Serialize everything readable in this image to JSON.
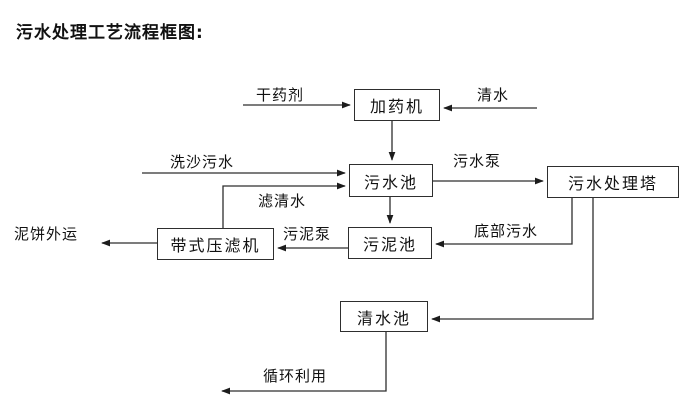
{
  "title": "污水处理工艺流程框图:",
  "diagram": {
    "type": "flowchart",
    "colors": {
      "background": "#ffffff",
      "line": "#2e2e2e",
      "text": "#111111"
    },
    "nodes": {
      "dosing_machine": {
        "label": "加药机"
      },
      "sewage_pool": {
        "label": "污水池"
      },
      "treatment_tower": {
        "label": "污水处理塔"
      },
      "belt_filter_press": {
        "label": "带式压滤机"
      },
      "sludge_pool": {
        "label": "污泥池"
      },
      "clean_water_pool": {
        "label": "清水池"
      }
    },
    "edges": {
      "dry_agent": {
        "label": "干药剂",
        "from": "外部",
        "to": "加药机"
      },
      "clean_water_in": {
        "label": "清水",
        "from": "外部",
        "to": "加药机"
      },
      "dosing_to_sewage": {
        "label": "",
        "from": "加药机",
        "to": "污水池"
      },
      "sand_wash_sewage": {
        "label": "洗沙污水",
        "from": "外部",
        "to": "污水池"
      },
      "filtered_water": {
        "label": "滤清水",
        "from": "带式压滤机",
        "to": "污水池"
      },
      "sewage_pump": {
        "label": "污水泵",
        "from": "污水池",
        "to": "污水处理塔"
      },
      "sewage_to_sludge": {
        "label": "",
        "from": "污水池",
        "to": "污泥池"
      },
      "bottom_sewage": {
        "label": "底部污水",
        "from": "污水处理塔",
        "to": "污泥池"
      },
      "sludge_pump": {
        "label": "污泥泵",
        "from": "污泥池",
        "to": "带式压滤机"
      },
      "mud_cake_out": {
        "label": "泥饼外运",
        "from": "带式压滤机",
        "to": "外运"
      },
      "tower_to_clean": {
        "label": "",
        "from": "污水处理塔",
        "to": "清水池"
      },
      "recycle": {
        "label": "循环利用",
        "from": "清水池",
        "to": "循环利用"
      }
    }
  }
}
